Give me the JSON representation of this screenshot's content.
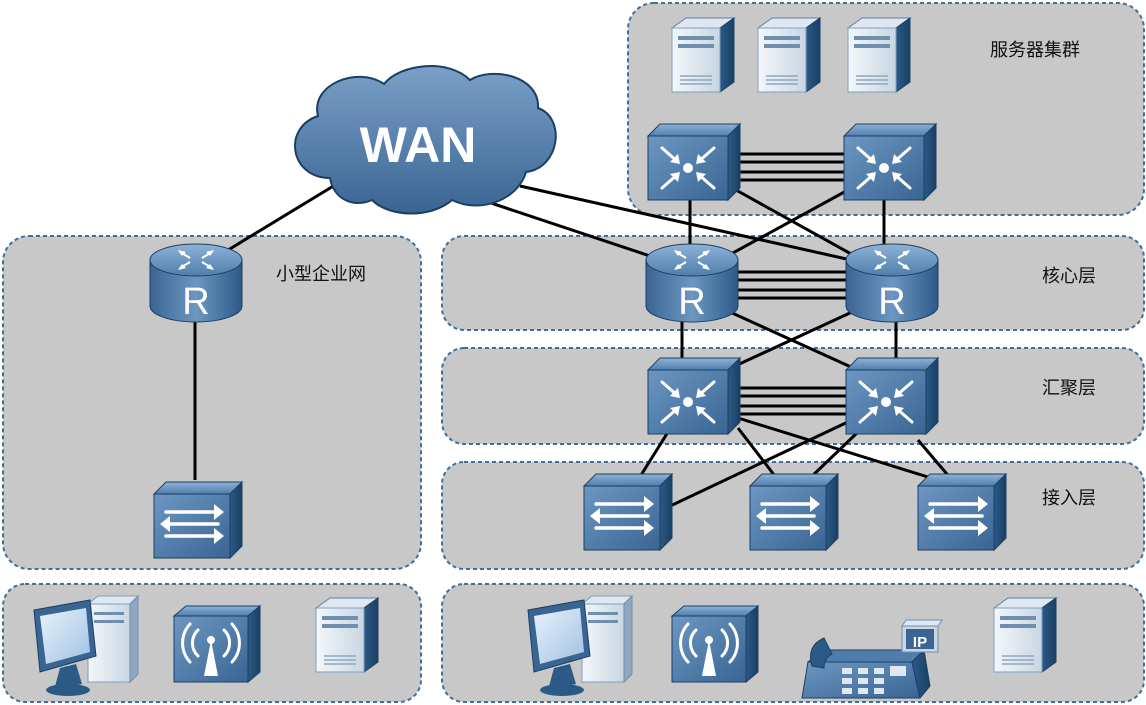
{
  "cloud": {
    "label": "WAN"
  },
  "zones": {
    "server_cluster": "服务器集群",
    "small_enterprise": "小型企业网",
    "core_layer": "核心层",
    "aggregation_layer": "汇聚层",
    "access_layer": "接入层"
  },
  "router_letter": "R",
  "ip_phone_tag": "IP",
  "colors": {
    "zone_fill": "#c8c8c8",
    "zone_border": "#3f6f9f",
    "device_blue": "#2f5f8f",
    "device_light": "#5f8fbf",
    "link": "#000000"
  }
}
